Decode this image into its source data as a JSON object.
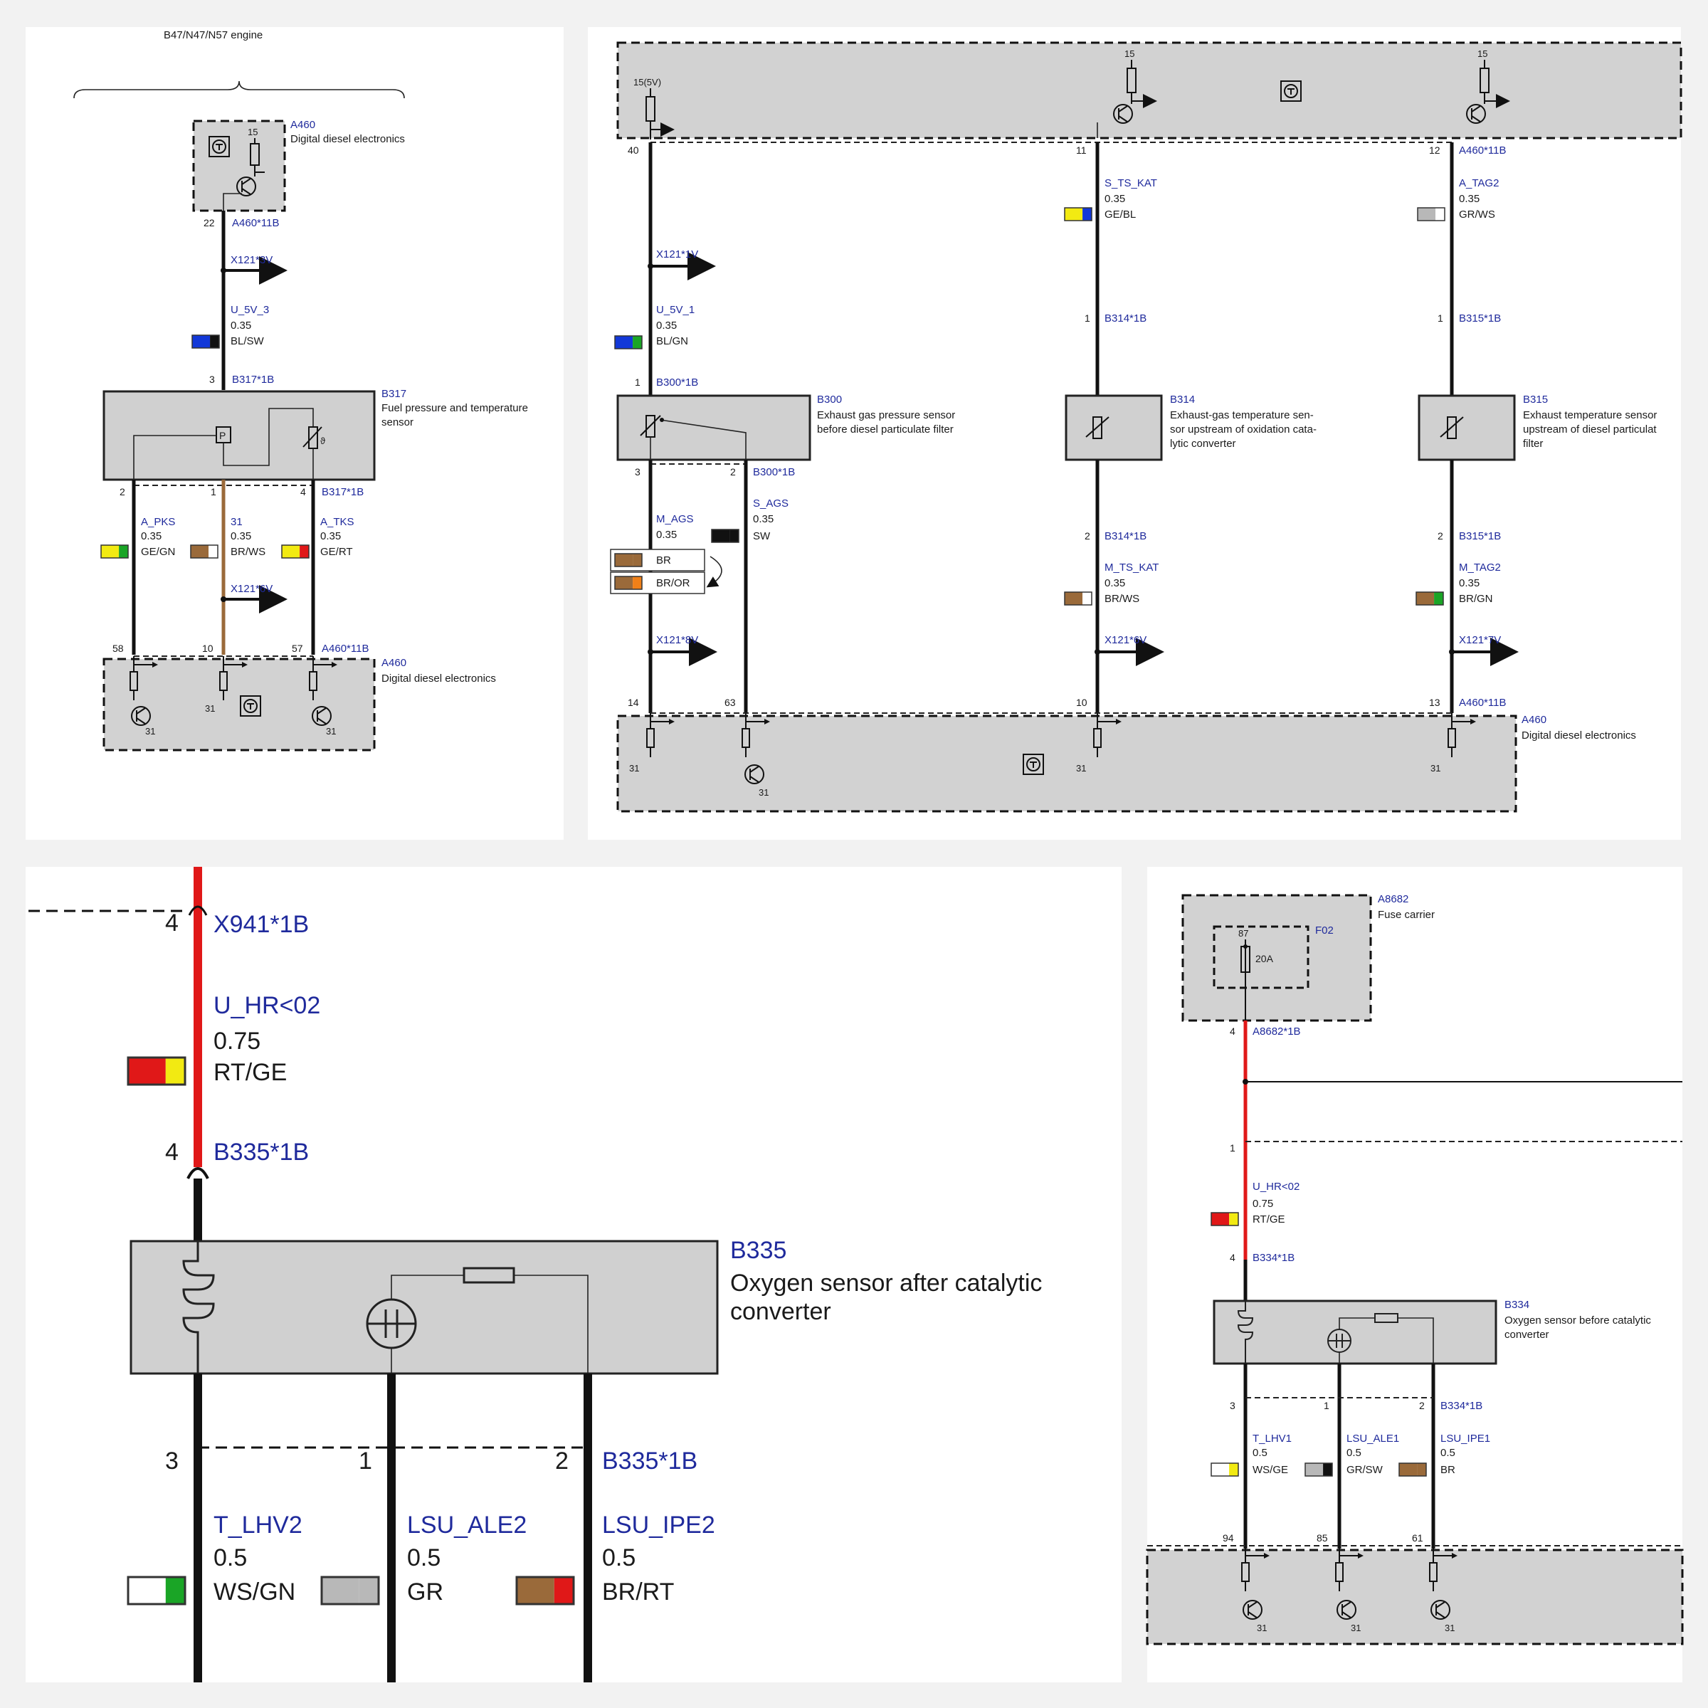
{
  "panel_a": {
    "engine_label": "B47/N47/N57 engine",
    "ecu_top_id": "A460",
    "ecu_top_name": "Digital diesel electronics",
    "ecu_top_pin": "15",
    "ecu_top_out_pin": "22",
    "ecu_top_connector": "A460*11B",
    "junction": "X121*3V",
    "wire_supply": {
      "name": "U_5V_3",
      "gauge": "0.35",
      "color": "BL/SW",
      "c1": "#1238d8",
      "c2": "#111111"
    },
    "sensor_pin_in": "3",
    "sensor_connector_in": "B317*1B",
    "sensor_id": "B317",
    "sensor_name_1": "Fuel pressure and temperature",
    "sensor_name_2": "sensor",
    "sensor_symbol_p": "P",
    "sensor_symbol_theta": "ϑ",
    "pins_out": [
      "2",
      "1",
      "4"
    ],
    "sensor_connector_out": "B317*1B",
    "wires": [
      {
        "name": "A_PKS",
        "gauge": "0.35",
        "color": "GE/GN",
        "c1": "#f2ea12",
        "c2": "#1aa526"
      },
      {
        "name": "31",
        "gauge": "0.35",
        "color": "BR/WS",
        "c1": "#9a6a3a",
        "c2": "#ffffff"
      },
      {
        "name": "A_TKS",
        "gauge": "0.35",
        "color": "GE/RT",
        "c1": "#f2ea12",
        "c2": "#e01818"
      }
    ],
    "junction2": "X121*6V",
    "ecu_pins": [
      "58",
      "10",
      "57"
    ],
    "ecu_bottom_connector": "A460*11B",
    "ecu_bottom_id": "A460",
    "ecu_bottom_name": "Digital diesel electronics",
    "ground": "31"
  },
  "panel_b": {
    "top_left_pin": "15(5V)",
    "top_pins": [
      "15",
      "15"
    ],
    "ecu_pins_top": [
      "40",
      "11",
      "12"
    ],
    "ecu_connector_top": "A460*11B",
    "junction_1v": "X121*1V",
    "wire_u5v1": {
      "name": "U_5V_1",
      "gauge": "0.35",
      "color": "BL/GN",
      "c1": "#1238d8",
      "c2": "#1aa526"
    },
    "wire_ts_kat": {
      "name": "S_TS_KAT",
      "gauge": "0.35",
      "color": "GE/BL",
      "c1": "#f2ea12",
      "c2": "#1238d8"
    },
    "wire_tag2": {
      "name": "A_TAG2",
      "gauge": "0.35",
      "color": "GR/WS",
      "c1": "#b8b8b8",
      "c2": "#ffffff"
    },
    "b300_pin_in": "1",
    "b300_connector": "B300*1B",
    "b300_id": "B300",
    "b300_name_1": "Exhaust gas pressure sensor",
    "b300_name_2": "before diesel particulate filter",
    "b314_pin_in": "1",
    "b314_connector": "B314*1B",
    "b314_id": "B314",
    "b314_name_1": "Exhaust-gas temperature sen-",
    "b314_name_2": "sor upstream of oxidation cata-",
    "b314_name_3": "lytic converter",
    "b315_pin_in": "1",
    "b315_connector": "B315*1B",
    "b315_id": "B315",
    "b315_name_1": "Exhaust temperature sensor",
    "b315_name_2": "upstream of diesel particulat",
    "b315_name_3": "filter",
    "b300_pin_a": "3",
    "b300_pin_b": "2",
    "b300_connector_out": "B300*1B",
    "wire_m_ags": {
      "name": "M_AGS",
      "gauge": "0.35"
    },
    "wire_s_ags": {
      "name": "S_AGS",
      "gauge": "0.35",
      "color": "SW",
      "c1": "#111111",
      "c2": "#111111"
    },
    "alt_color_1": {
      "label": "BR",
      "c1": "#9a6a3a",
      "c2": "#9a6a3a"
    },
    "alt_color_2": {
      "label": "BR/OR",
      "c1": "#9a6a3a",
      "c2": "#f08018"
    },
    "b314_pin_out": "2",
    "b314_connector_out": "B314*1B",
    "wire_m_ts_kat": {
      "name": "M_TS_KAT",
      "gauge": "0.35",
      "color": "BR/WS",
      "c1": "#9a6a3a",
      "c2": "#ffffff"
    },
    "b315_pin_out": "2",
    "b315_connector_out": "B315*1B",
    "wire_m_tag2": {
      "name": "M_TAG2",
      "gauge": "0.35",
      "color": "BR/GN",
      "c1": "#9a6a3a",
      "c2": "#1aa526"
    },
    "junction_8v": "X121*8V",
    "junction_6v": "X121*6V",
    "junction_7v": "X121*7V",
    "ecu_pins_bottom": [
      "14",
      "63",
      "10",
      "13"
    ],
    "ecu_connector_bottom": "A460*11B",
    "ecu_id": "A460",
    "ecu_name": "Digital diesel electronics",
    "ground": "31"
  },
  "panel_c": {
    "pin_top": "4",
    "connector_top": "X941*1B",
    "wire_supply": {
      "name": "U_HR<02",
      "gauge": "0.75",
      "color": "RT/GE",
      "c1": "#e01818",
      "c2": "#f2ea12"
    },
    "pin_in": "4",
    "connector_in": "B335*1B",
    "sensor_id": "B335",
    "sensor_name_1": "Oxygen sensor after catalytic",
    "sensor_name_2": "converter",
    "pins_out": [
      "3",
      "1",
      "2"
    ],
    "connector_out": "B335*1B",
    "wires": [
      {
        "name": "T_LHV2",
        "gauge": "0.5",
        "color": "WS/GN",
        "c1": "#ffffff",
        "c2": "#1aa526"
      },
      {
        "name": "LSU_ALE2",
        "gauge": "0.5",
        "color": "GR",
        "c1": "#b8b8b8",
        "c2": "#b8b8b8"
      },
      {
        "name": "LSU_IPE2",
        "gauge": "0.5",
        "color": "BR/RT",
        "c1": "#9a6a3a",
        "c2": "#e01818"
      }
    ]
  },
  "panel_d": {
    "carrier_id": "A8682",
    "carrier_name": "Fuse carrier",
    "fuse_id": "F02",
    "fuse_pin": "87",
    "fuse_rating": "20A",
    "pin_out": "4",
    "carrier_connector": "A8682*1B",
    "pin_splice": "1",
    "wire_supply": {
      "name": "U_HR<02",
      "gauge": "0.75",
      "color": "RT/GE",
      "c1": "#e01818",
      "c2": "#f2ea12"
    },
    "pin_in": "4",
    "connector_in": "B334*1B",
    "sensor_id": "B334",
    "sensor_name_1": "Oxygen sensor before catalytic",
    "sensor_name_2": "converter",
    "pins_out": [
      "3",
      "1",
      "2"
    ],
    "connector_out": "B334*1B",
    "wires": [
      {
        "name": "T_LHV1",
        "gauge": "0.5",
        "color": "WS/GE",
        "c1": "#ffffff",
        "c2": "#f2ea12"
      },
      {
        "name": "LSU_ALE1",
        "gauge": "0.5",
        "color": "GR/SW",
        "c1": "#b8b8b8",
        "c2": "#111111"
      },
      {
        "name": "LSU_IPE1",
        "gauge": "0.5",
        "color": "BR",
        "c1": "#9a6a3a",
        "c2": "#9a6a3a"
      }
    ],
    "ecu_pins": [
      "94",
      "85",
      "61"
    ],
    "ground": "31"
  },
  "colors": {
    "wire_black": "#111111",
    "wire_red": "#e01818",
    "wire_brown": "#9a6a3a",
    "label_blue": "#1f2a9c",
    "box_grey": "#d2d2d2"
  }
}
